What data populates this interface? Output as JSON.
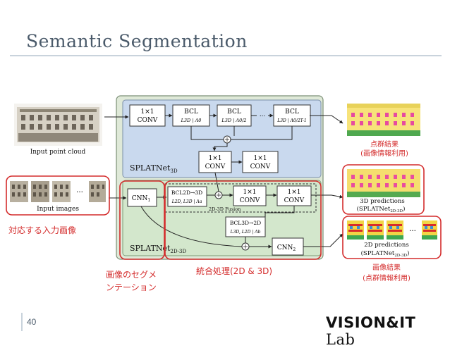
{
  "slide": {
    "title": "Semantic Segmentation",
    "page_number": "40",
    "logo_main": "VISION&IT",
    "logo_lab": "Lab"
  },
  "diagram": {
    "input_point_cloud": "Input point cloud",
    "input_images": "Input images",
    "ellipsis": "...",
    "splat3d_label": "SPLATNet",
    "splat3d_sub": "3D",
    "splat2d3d_label": "SPLATNet",
    "splat2d3d_sub": "2D-3D",
    "conv_1x1": "1×1",
    "conv_word": "CONV",
    "bcl": "BCL",
    "bcl1_params": "L3D | Λ0",
    "bcl2_params": "L3D | Λ0/2",
    "bcl3_params": "L3D | Λ0/2T-1",
    "cnn1": "CNN",
    "cnn1_sub": "1",
    "cnn2": "CNN",
    "cnn2_sub": "2",
    "bcl_2d3d": "BCL2D→3D",
    "bcl_2d3d_params": "L2D, L3D | Λa",
    "bcl_3d2d": "BCL3D→2D",
    "bcl_3d2d_params": "L3D, L2D | Λb",
    "fusion_label": "2D-3D Fusion",
    "out_3d_pred_1": "3D predictions",
    "out_3d_pred_2": "(SPLATNet",
    "out_3d_pred_sub": "2D-3D",
    "out_2d_pred_1": "2D predictions",
    "out_2d_pred_2": "(SPLATNet",
    "out_2d_pred_sub": "2D-3D"
  },
  "annotations": {
    "point_result_1": "点群結果",
    "point_result_2": "(画像情報利用)",
    "corresponding_images": "対応する入力画像",
    "image_seg_1": "画像のセグメ",
    "image_seg_2": "ンテーション",
    "integration": "統合処理(2D & 3D)",
    "image_result_1": "画像結果",
    "image_result_2": "(点群情報利用)"
  },
  "colors": {
    "annotation_red": "#d42c2c",
    "splat3d_fill": "#c9d9ee",
    "splat2d3d_fill": "#d7ead2",
    "outer_fill": "#dfe9d8",
    "title_color": "#4a5a6a"
  }
}
